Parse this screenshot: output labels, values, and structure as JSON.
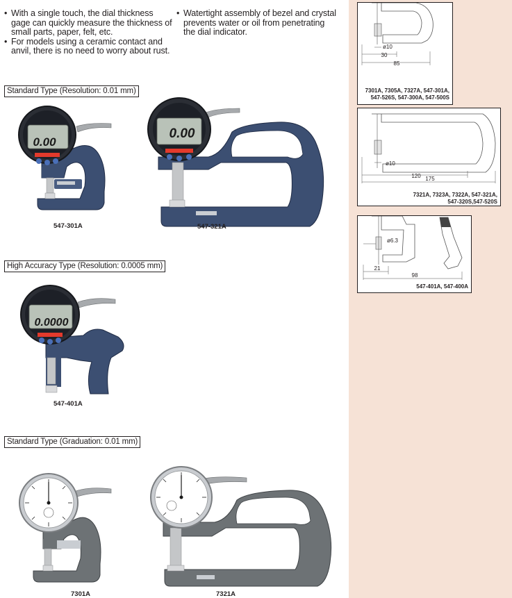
{
  "features": {
    "left": [
      "With a single touch, the dial thickness gage can quickly measure the thickness of small parts, paper, felt, etc.",
      "For models using a ceramic contact and anvil, there is no need to worry about rust."
    ],
    "right": [
      "Watertight assembly of bezel and crystal prevents water or oil from penetrating the dial indicator."
    ]
  },
  "sections": {
    "standard_digital": "Standard Type (Resolution: 0.01 mm)",
    "high_accuracy": "High Accuracy Type (Resolution: 0.0005 mm)",
    "standard_dial": "Standard Type (Graduation: 0.01 mm)"
  },
  "products": {
    "p547_301a": {
      "label": "547-301A",
      "readout": "0.00"
    },
    "p547_321a": {
      "label": "547-321A",
      "readout": "0.00"
    },
    "p547_401a": {
      "label": "547-401A",
      "readout": "0.0000"
    },
    "p7301a": {
      "label": "7301A"
    },
    "p7321a": {
      "label": "7321A"
    }
  },
  "drawings": {
    "d1": {
      "dims": {
        "d10": "ø10",
        "d30": "30",
        "d85": "85"
      },
      "caption_line1": "7301A, 7305A, 7327A, 547-301A,",
      "caption_line2": "547-526S, 547-300A, 547-500S"
    },
    "d2": {
      "dims": {
        "d10": "ø10",
        "d120": "120",
        "d175": "175"
      },
      "caption_line1": "7321A, 7323A, 7322A, 547-321A,",
      "caption_line2": "547-320S,547-520S"
    },
    "d3": {
      "dims": {
        "d63": "ø6.3",
        "d21": "21",
        "d98": "98"
      },
      "caption_line1": "547-401A, 547-400A"
    }
  },
  "colors": {
    "sidebar_bg": "#f6e2d6",
    "frame_body": "#3c4f72",
    "frame_body_grey": "#6d7275",
    "digital_screen": "#b9c2b8",
    "dial_face": "#ffffff"
  }
}
